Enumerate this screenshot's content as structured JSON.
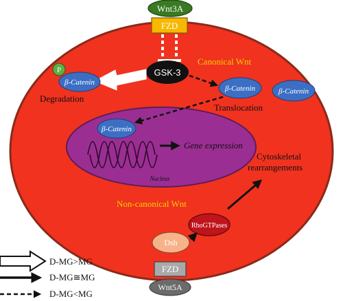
{
  "colors": {
    "cell_fill": "#f0321f",
    "cell_border": "#8a2a1a",
    "nucleus_fill": "#9b2e93",
    "catenin_fill": "#3c6fc4",
    "gsk_fill": "#111111",
    "wnt3a_fill": "#3a7a22",
    "fzd_top_fill": "#f6b800",
    "fzd_bottom_fill": "#a9a9a9",
    "wnt5a_fill": "#6b6b6b",
    "dsh_fill": "#f7b28a",
    "rho_fill": "#c0141c",
    "p_fill": "#5db043",
    "yellow_label": "#f6d000"
  },
  "labels": {
    "wnt3a": "Wnt3A",
    "fzd_top": "FZD",
    "gsk3": "GSK-3",
    "p": "P",
    "catenin_left": "β-Catenin",
    "catenin_mid": "β-Catenin",
    "catenin_right": "β-Catenin",
    "catenin_nucleus": "β-Catenin",
    "degradation": "Degradation",
    "translocation": "Translocation",
    "canonical": "Canonical Wnt",
    "gene_expression": "Gene expression",
    "nucleus": "Nucleus",
    "cyto_line1": "Cytoskeletal",
    "cyto_line2": "rearrangements",
    "noncanonical": "Non-canonical Wnt",
    "rho": "RhoGTPases",
    "dsh": "Dsh",
    "fzd_bottom": "FZD",
    "wnt5a": "Wnt5A"
  },
  "legend": [
    {
      "style": "open-arrow",
      "label": "D-MG>MG"
    },
    {
      "style": "solid-arrow",
      "label": "D-MG≅MG"
    },
    {
      "style": "dashed-arrow",
      "label": "D-MG<MG"
    }
  ]
}
